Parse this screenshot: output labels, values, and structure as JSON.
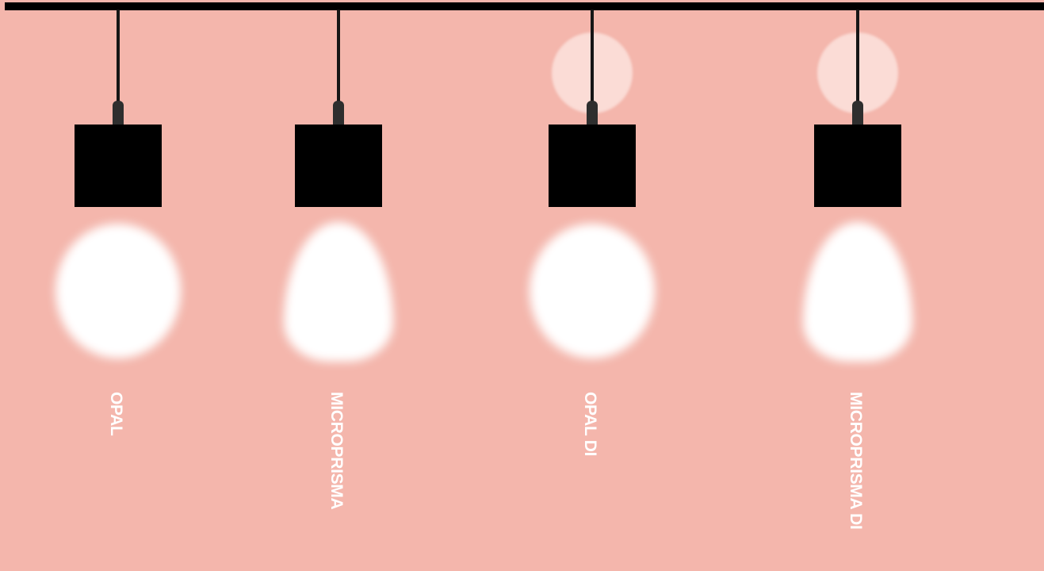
{
  "scene": {
    "colors": {
      "background": "#f4b6ac",
      "rail": "#000000",
      "shade": "#000000",
      "cord": "#161616",
      "bulb": "#ffffff",
      "label": "#ffffff"
    },
    "lamps": [
      {
        "label": "OPAL",
        "bulb_shape": "round",
        "top_glow": false
      },
      {
        "label": "MICROPRISMA",
        "bulb_shape": "teardrop",
        "top_glow": false
      },
      {
        "label": "OPAL DI",
        "bulb_shape": "round",
        "top_glow": true
      },
      {
        "label": "MICROPRISMA DI",
        "bulb_shape": "teardrop",
        "top_glow": true
      }
    ]
  }
}
